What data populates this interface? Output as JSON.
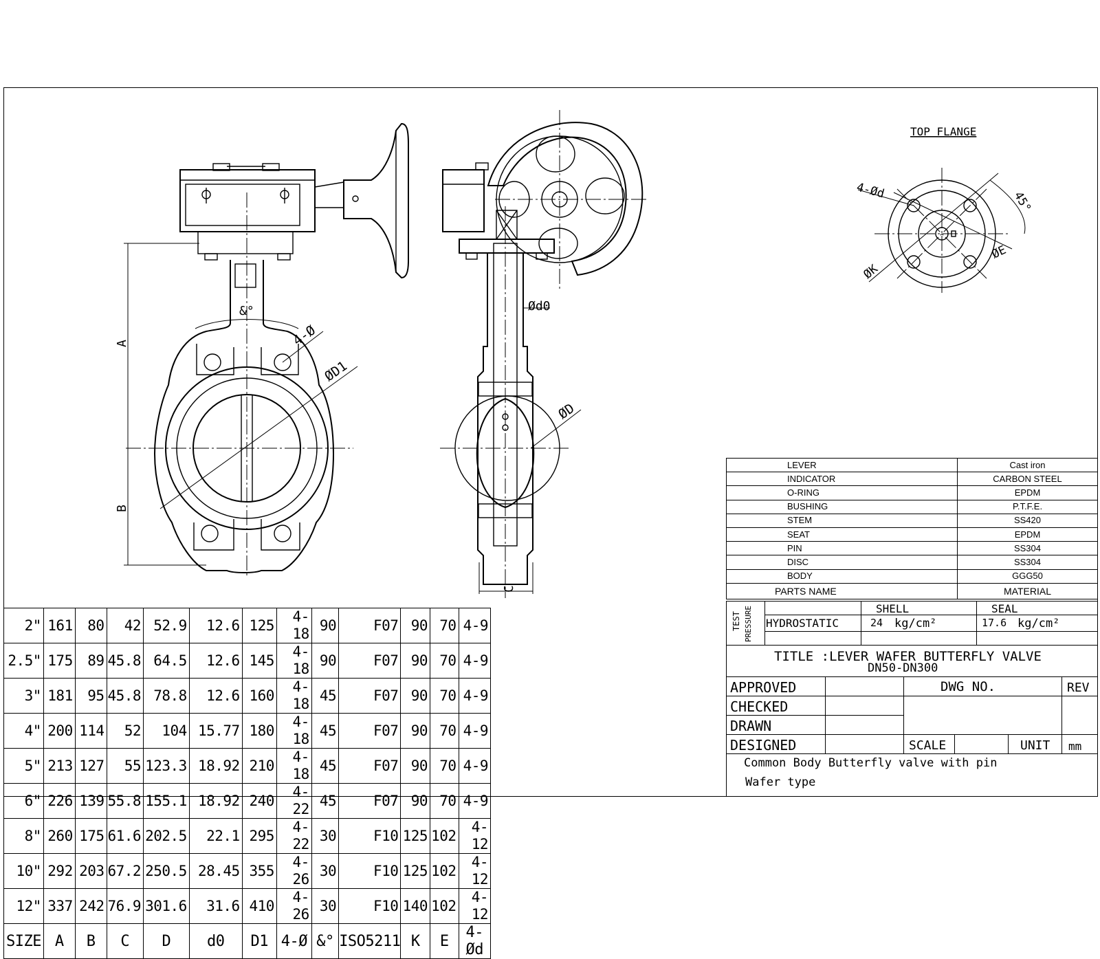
{
  "top_flange": {
    "title": "TOP FLANGE",
    "labels": {
      "bolt_holes": "4-Ød",
      "angle": "45°",
      "dia_k": "ØK",
      "dia_e": "ØE"
    }
  },
  "front_view": {
    "labels": {
      "a": "A",
      "b": "B",
      "angle": "&°",
      "bolt": "4-Ø",
      "d1": "ØD1"
    }
  },
  "side_view": {
    "labels": {
      "d0": "Ød0",
      "d": "ØD",
      "c": "C"
    }
  },
  "size_table": {
    "header": [
      "SIZE",
      "A",
      "B",
      "C",
      "D",
      "d0",
      "D1",
      "4-Ø",
      "&°",
      "ISO5211",
      "K",
      "E",
      "4-Ød"
    ],
    "rows": [
      [
        "2\"",
        "161",
        "80",
        "42",
        "52.9",
        "12.6",
        "125",
        "4-18",
        "90",
        "F07",
        "90",
        "70",
        "4-9"
      ],
      [
        "2.5\"",
        "175",
        "89",
        "45.8",
        "64.5",
        "12.6",
        "145",
        "4-18",
        "90",
        "F07",
        "90",
        "70",
        "4-9"
      ],
      [
        "3\"",
        "181",
        "95",
        "45.8",
        "78.8",
        "12.6",
        "160",
        "4-18",
        "45",
        "F07",
        "90",
        "70",
        "4-9"
      ],
      [
        "4\"",
        "200",
        "114",
        "52",
        "104",
        "15.77",
        "180",
        "4-18",
        "45",
        "F07",
        "90",
        "70",
        "4-9"
      ],
      [
        "5\"",
        "213",
        "127",
        "55",
        "123.3",
        "18.92",
        "210",
        "4-18",
        "45",
        "F07",
        "90",
        "70",
        "4-9"
      ],
      [
        "6\"",
        "226",
        "139",
        "55.8",
        "155.1",
        "18.92",
        "240",
        "4-22",
        "45",
        "F07",
        "90",
        "70",
        "4-9"
      ],
      [
        "8\"",
        "260",
        "175",
        "61.6",
        "202.5",
        "22.1",
        "295",
        "4-22",
        "30",
        "F10",
        "125",
        "102",
        "4-12"
      ],
      [
        "10\"",
        "292",
        "203",
        "67.2",
        "250.5",
        "28.45",
        "355",
        "4-26",
        "30",
        "F10",
        "125",
        "102",
        "4-12"
      ],
      [
        "12\"",
        "337",
        "242",
        "76.9",
        "301.6",
        "31.6",
        "410",
        "4-26",
        "30",
        "F10",
        "140",
        "102",
        "4-12"
      ]
    ]
  },
  "parts_table": {
    "header": {
      "name": "PARTS NAME",
      "material": "MATERIAL"
    },
    "rows": [
      {
        "name": "LEVER",
        "material": "Cast iron"
      },
      {
        "name": "INDICATOR",
        "material": "CARBON STEEL"
      },
      {
        "name": "O-RING",
        "material": "EPDM"
      },
      {
        "name": "BUSHING",
        "material": "P.T.F.E."
      },
      {
        "name": "STEM",
        "material": "SS420"
      },
      {
        "name": "SEAT",
        "material": "EPDM"
      },
      {
        "name": "PIN",
        "material": "SS304"
      },
      {
        "name": "DISC",
        "material": "SS304"
      },
      {
        "name": "BODY",
        "material": "GGG50"
      }
    ]
  },
  "test_pressure": {
    "label_line1": "TEST",
    "label_line2": "PRESSURE",
    "shell_label": "SHELL",
    "seal_label": "SEAL",
    "method": "HYDROSTATIC",
    "shell_value": "24",
    "shell_unit": "kg/cm²",
    "seal_value": "17.6",
    "seal_unit": "kg/cm²"
  },
  "title_block": {
    "title_line1": "TITLE :LEVER WAFER BUTTERFLY VALVE",
    "title_line2": "DN50-DN300",
    "approved": "APPROVED",
    "checked": "CHECKED",
    "drawn": "DRAWN",
    "designed": "DESIGNED",
    "dwg_no": "DWG NO.",
    "rev": "REV",
    "scale": "SCALE",
    "unit": "UNIT",
    "unit_value": "mm",
    "note_line1": "Common Body Butterfly valve with pin",
    "note_line2": "Wafer type"
  }
}
